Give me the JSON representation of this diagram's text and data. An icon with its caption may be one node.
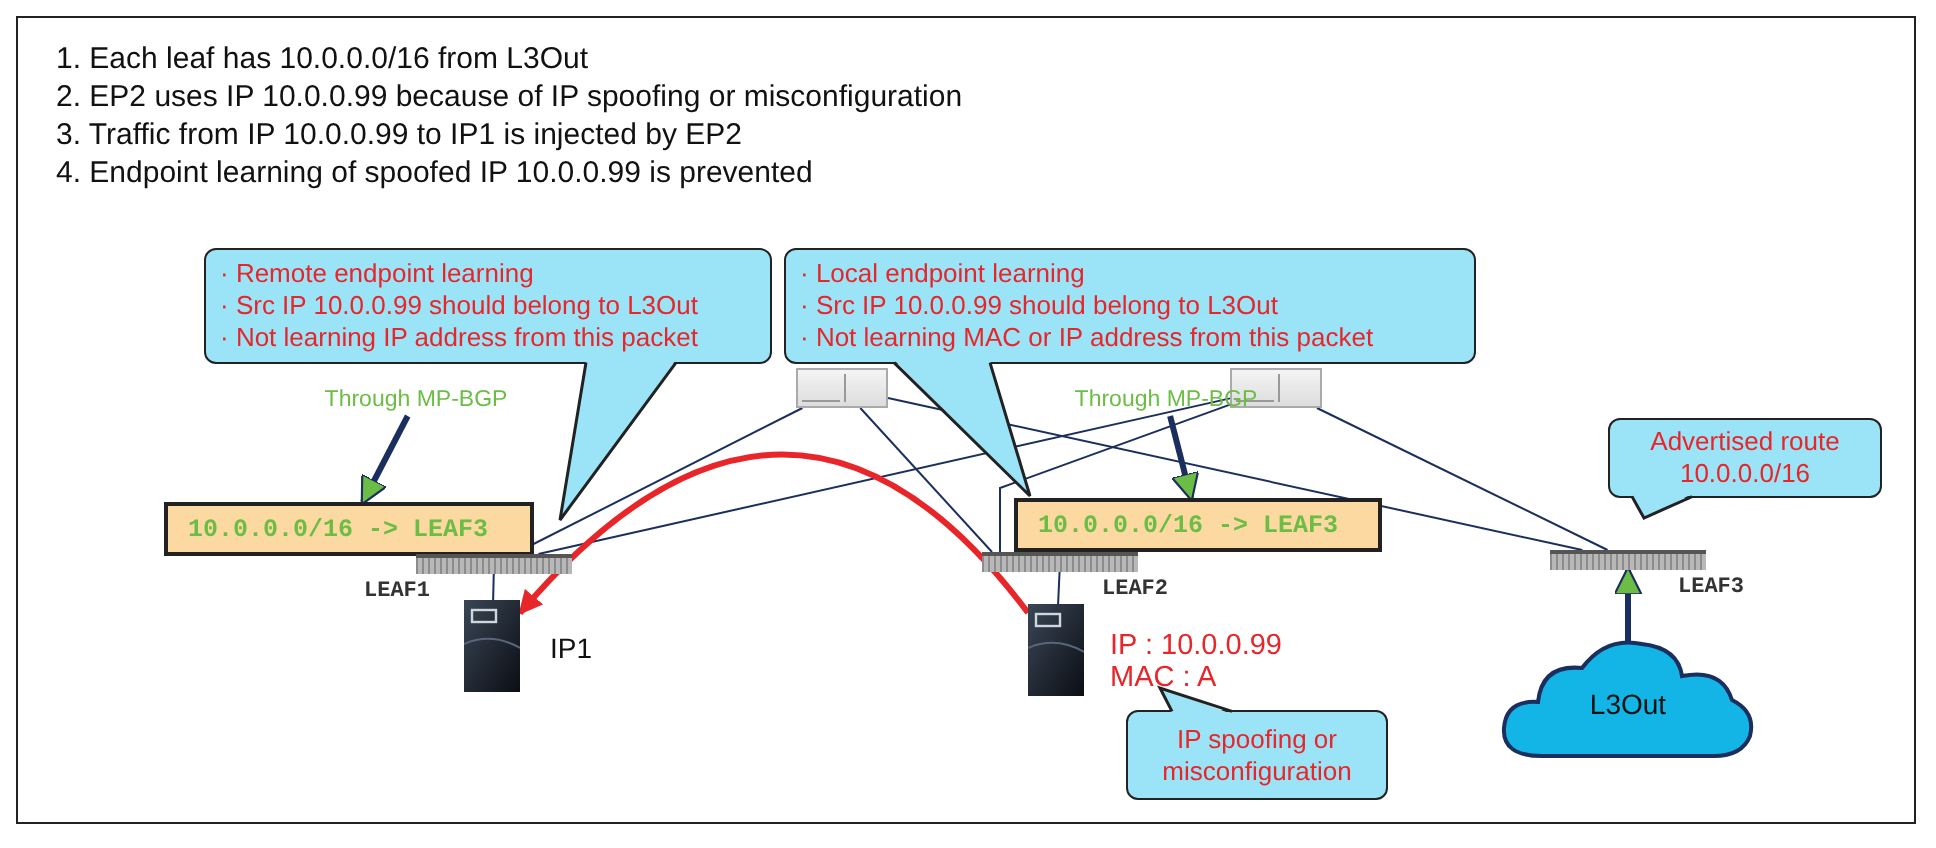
{
  "diagram": {
    "nodes": [
      {
        "text": [
          "· Remote endpoint learning",
          "· Src IP 10.0.0.99 should belong to L3Out",
          "· Not learning IP address from this packet"
        ]
      },
      {
        "text": [
          "· Local endpoint learning",
          "· Src IP 10.0.0.99 should belong to L3Out",
          "· Not learning MAC or IP address from this packet"
        ]
      },
      {
        "text": [],
        "shape": "box"
      },
      {
        "text": [],
        "shape": "box"
      },
      {
        "text": [
          "Through MP-BGP"
        ]
      },
      {
        "text": [
          "Through MP-BGP"
        ]
      },
      {
        "text": [
          "10.0.0.0/16 -> LEAF3"
        ]
      },
      {
        "text": [
          "10.0.0.0/16 -> LEAF3"
        ]
      },
      {
        "text": [
          "Advertised route 10.0.0.0/16"
        ]
      },
      {
        "text": [
          "LEAF1"
        ]
      },
      {
        "text": [
          "LEAF2"
        ]
      },
      {
        "text": [
          "LEAF3"
        ]
      },
      {
        "text": [
          "IP1"
        ]
      },
      {
        "text": [
          "IP : 10.0.0.99",
          "MAC : A"
        ]
      },
      {
        "text": [
          "IP spoofing or misconfiguration"
        ]
      },
      {
        "text": [
          "L3Out"
        ]
      }
    ],
    "edges": [
      {
        "from": 2,
        "to": 9,
        "arrow": "none"
      },
      {
        "from": 2,
        "to": 10,
        "arrow": "none"
      },
      {
        "from": 2,
        "to": 11,
        "arrow": "none"
      },
      {
        "from": 3,
        "to": 9,
        "arrow": "none"
      },
      {
        "from": 3,
        "to": 10,
        "arrow": "none"
      },
      {
        "from": 3,
        "to": 11,
        "arrow": "none"
      },
      {
        "from": 9,
        "to": 12,
        "arrow": "none"
      },
      {
        "from": 10,
        "to": 13,
        "arrow": "none"
      },
      {
        "from": 4,
        "to": 6,
        "arrow": "to",
        "style": "thick"
      },
      {
        "from": 5,
        "to": 7,
        "arrow": "to",
        "style": "thick"
      },
      {
        "from": 15,
        "to": 11,
        "arrow": "to",
        "style": "thick"
      },
      {
        "from": 13,
        "to": 12,
        "arrow": "to",
        "style": "thick",
        "color": "#e8262a"
      }
    ],
    "labels": [
      "1. Each leaf has 10.0.0.0/16 from L3Out",
      "2. EP2 uses IP 10.0.0.99 because of IP spoofing or misconfiguration",
      "3. Traffic from IP 10.0.0.99 to IP1 is injected by EP2",
      "4. Endpoint learning of spoofed IP 10.0.0.99 is prevented"
    ]
  }
}
